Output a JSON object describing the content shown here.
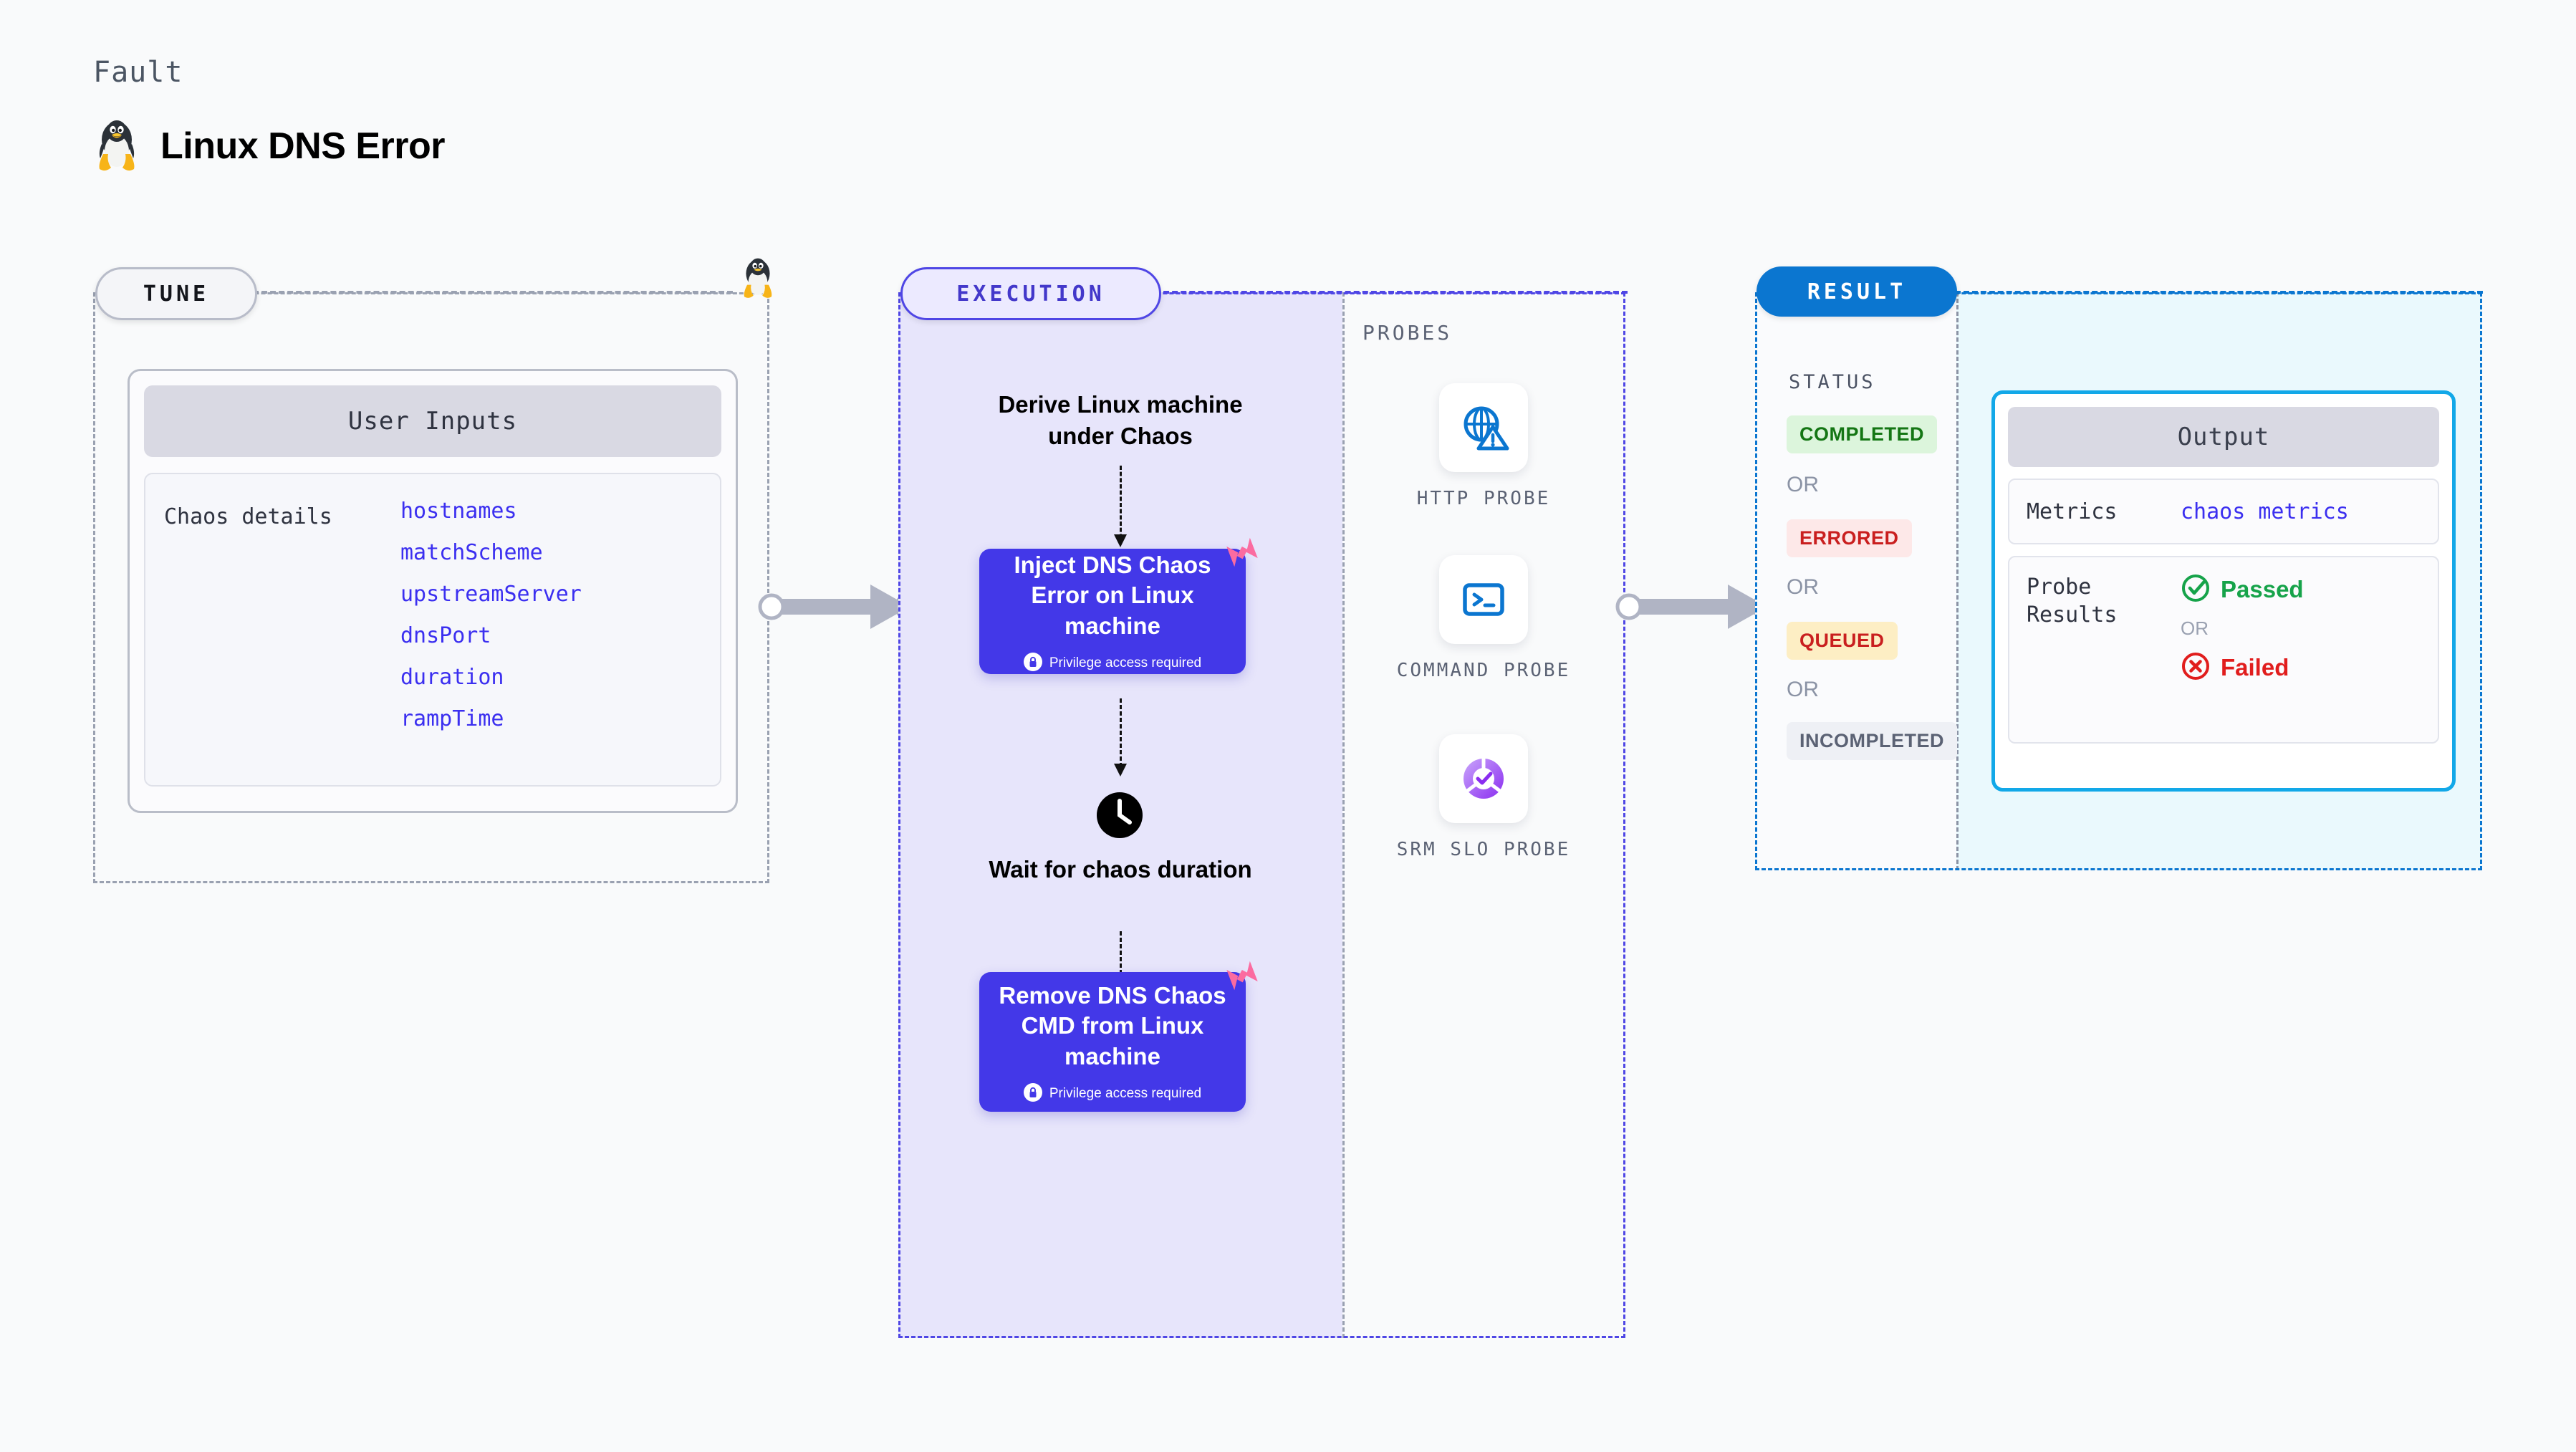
{
  "header": {
    "kicker": "Fault",
    "title": "Linux DNS Error",
    "icon": "linux-tux-penguin-icon"
  },
  "tune": {
    "label": "TUNE",
    "badge_icon": "linux-tux-penguin-icon",
    "card": {
      "header": "User Inputs",
      "row_key": "Chaos details",
      "params": [
        "hostnames",
        "matchScheme",
        "upstreamServer",
        "dnsPort",
        "duration",
        "rampTime"
      ]
    }
  },
  "execution": {
    "label": "EXECUTION",
    "steps": [
      {
        "type": "text",
        "text": "Derive Linux machine under Chaos"
      },
      {
        "type": "action",
        "title": "Inject DNS Chaos Error on Linux machine",
        "privilege": "Privilege access required",
        "privilege_icon": "lock-icon",
        "corner_icon": "harness-logo-icon"
      },
      {
        "type": "wait",
        "text": "Wait for chaos duration",
        "icon": "clock-icon"
      },
      {
        "type": "action",
        "title": "Remove DNS Chaos CMD from Linux machine",
        "privilege": "Privilege access required",
        "privilege_icon": "lock-icon",
        "corner_icon": "harness-logo-icon"
      }
    ]
  },
  "probes": {
    "title": "PROBES",
    "items": [
      {
        "name": "HTTP PROBE",
        "icon": "globe-warning-icon"
      },
      {
        "name": "COMMAND PROBE",
        "icon": "terminal-prompt-icon"
      },
      {
        "name": "SRM SLO PROBE",
        "icon": "slo-donut-check-icon"
      }
    ]
  },
  "result": {
    "label": "RESULT",
    "status_title": "STATUS",
    "or_text": "OR",
    "statuses": [
      {
        "text": "COMPLETED",
        "bg": "#dcf5dc",
        "fg": "#147614"
      },
      {
        "text": "ERRORED",
        "bg": "#fde8e8",
        "fg": "#c91f1f"
      },
      {
        "text": "QUEUED",
        "bg": "#fdeec4",
        "fg": "#c91f1f"
      },
      {
        "text": "INCOMPLETED",
        "bg": "#eef0f5",
        "fg": "#5b6274"
      }
    ],
    "output": {
      "header": "Output",
      "metrics_label": "Metrics",
      "metrics_value": "chaos metrics",
      "probe_results_label": "Probe Results",
      "or_text": "OR",
      "passed": {
        "text": "Passed",
        "color": "#16a34a",
        "icon": "check-circle-icon"
      },
      "failed": {
        "text": "Failed",
        "color": "#e11d1d",
        "icon": "x-circle-icon"
      }
    }
  },
  "colors": {
    "accent_indigo": "#4338e8",
    "accent_blue": "#0b76d0",
    "accent_cyan": "#12a8e8",
    "pink": "#fb6ba0",
    "gray_dash": "#9aa1b1"
  }
}
